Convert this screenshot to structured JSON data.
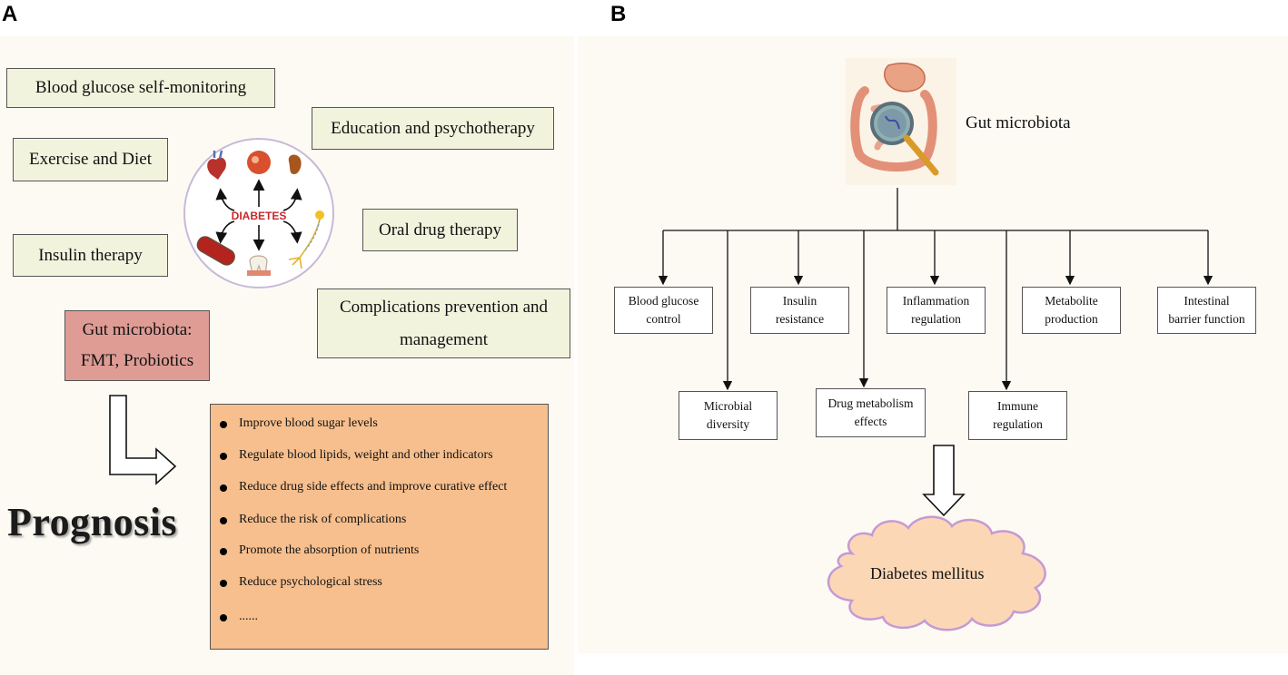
{
  "panel_a": {
    "letter": "A",
    "boxes": {
      "blood_glucose": "Blood glucose self-monitoring",
      "exercise_diet": "Exercise and Diet",
      "education": "Education and psychotherapy",
      "oral_drug": "Oral drug therapy",
      "insulin": "Insulin therapy",
      "complications_line1": "Complications prevention and",
      "complications_line2": "management",
      "gut_line1": "Gut microbiota:",
      "gut_line2": "FMT, Probiotics"
    },
    "diabetes_label": "DIABETES",
    "prognosis": "Prognosis",
    "prognosis_items": [
      "Improve blood sugar levels",
      "Regulate blood lipids, weight and other indicators",
      "Reduce drug side effects and improve curative effect",
      "Reduce the risk of complications",
      "Promote the absorption of nutrients",
      "Reduce psychological stress",
      "......"
    ]
  },
  "panel_b": {
    "letter": "B",
    "top_label": "Gut microbiota",
    "top_row": [
      {
        "l1": "Blood glucose",
        "l2": "control"
      },
      {
        "l1": "Insulin",
        "l2": "resistance"
      },
      {
        "l1": "Inflammation",
        "l2": "regulation"
      },
      {
        "l1": "Metabolite",
        "l2": "production"
      },
      {
        "l1": "Intestinal",
        "l2": "barrier function"
      }
    ],
    "bottom_row": [
      {
        "l1": "Microbial",
        "l2": "diversity"
      },
      {
        "l1": "Drug metabolism",
        "l2": "effects"
      },
      {
        "l1": "Immune",
        "l2": "regulation"
      }
    ],
    "outcome": "Diabetes mellitus"
  },
  "colors": {
    "panel_bg": "#fcfaf3",
    "green_box": "#f2f3dd",
    "pink_box": "#de9c95",
    "orange_box": "#f7bf8e",
    "cloud_fill": "#fbd7b6",
    "cloud_stroke": "#c49ad4"
  }
}
